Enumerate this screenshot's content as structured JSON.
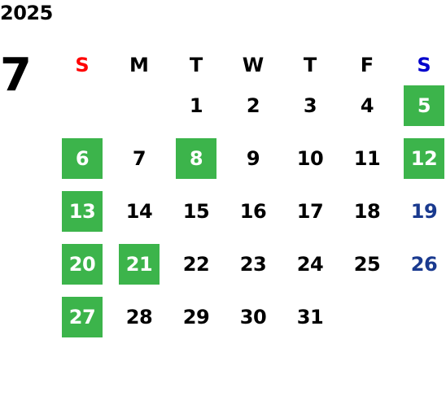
{
  "calendar": {
    "year": "2025",
    "month": "7",
    "colors": {
      "highlight_bg": "#3cb44b",
      "highlight_text": "#ffffff",
      "sunday_header": "#ff0000",
      "saturday_header": "#0000cc",
      "saturday_date": "#1a3a8f",
      "default_text": "#000000"
    },
    "weekdays": [
      {
        "label": "S",
        "color": "#ff0000"
      },
      {
        "label": "M",
        "color": "#000000"
      },
      {
        "label": "T",
        "color": "#000000"
      },
      {
        "label": "W",
        "color": "#000000"
      },
      {
        "label": "T",
        "color": "#000000"
      },
      {
        "label": "F",
        "color": "#000000"
      },
      {
        "label": "S",
        "color": "#0000cc"
      }
    ],
    "weeks": [
      [
        {
          "day": ""
        },
        {
          "day": ""
        },
        {
          "day": "1"
        },
        {
          "day": "2"
        },
        {
          "day": "3"
        },
        {
          "day": "4"
        },
        {
          "day": "5",
          "highlighted": true
        }
      ],
      [
        {
          "day": "6",
          "highlighted": true
        },
        {
          "day": "7"
        },
        {
          "day": "8",
          "highlighted": true
        },
        {
          "day": "9"
        },
        {
          "day": "10"
        },
        {
          "day": "11"
        },
        {
          "day": "12",
          "highlighted": true
        }
      ],
      [
        {
          "day": "13",
          "highlighted": true
        },
        {
          "day": "14"
        },
        {
          "day": "15"
        },
        {
          "day": "16"
        },
        {
          "day": "17"
        },
        {
          "day": "18"
        },
        {
          "day": "19",
          "saturday": true
        }
      ],
      [
        {
          "day": "20",
          "highlighted": true
        },
        {
          "day": "21",
          "highlighted": true
        },
        {
          "day": "22"
        },
        {
          "day": "23"
        },
        {
          "day": "24"
        },
        {
          "day": "25"
        },
        {
          "day": "26",
          "saturday": true
        }
      ],
      [
        {
          "day": "27",
          "highlighted": true
        },
        {
          "day": "28"
        },
        {
          "day": "29"
        },
        {
          "day": "30"
        },
        {
          "day": "31"
        },
        {
          "day": ""
        },
        {
          "day": ""
        }
      ]
    ]
  }
}
